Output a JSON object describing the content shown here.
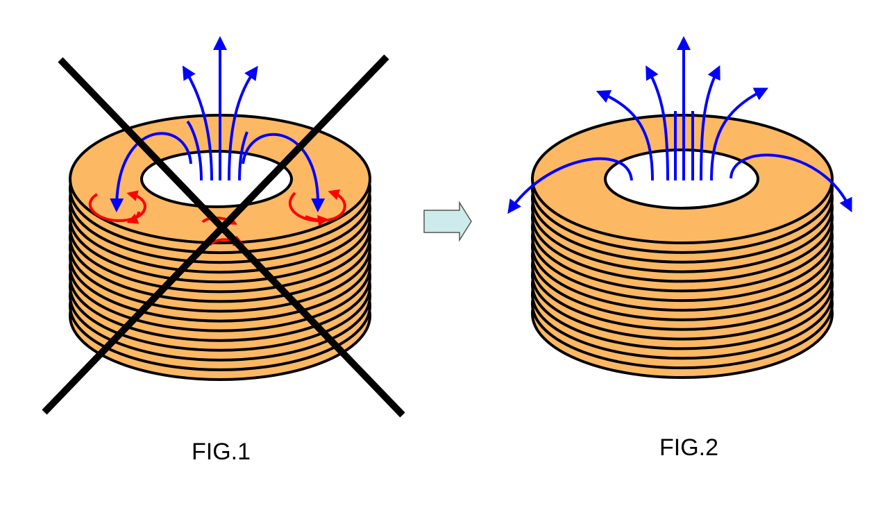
{
  "figures": [
    {
      "id": "fig1",
      "caption": "FIG.1",
      "crossed_out": true,
      "disc_count": 14,
      "eddy_current_loops": 3
    },
    {
      "id": "fig2",
      "caption": "FIG.2",
      "crossed_out": false,
      "disc_count": 14,
      "eddy_current_loops": 0
    }
  ],
  "colors": {
    "disc_fill": "#FDB863",
    "outline": "#000000",
    "flux_lines": "#0000FF",
    "eddy_currents": "#FF0000",
    "transition_arrow": "#CDEBEB",
    "cross": "#000000"
  }
}
